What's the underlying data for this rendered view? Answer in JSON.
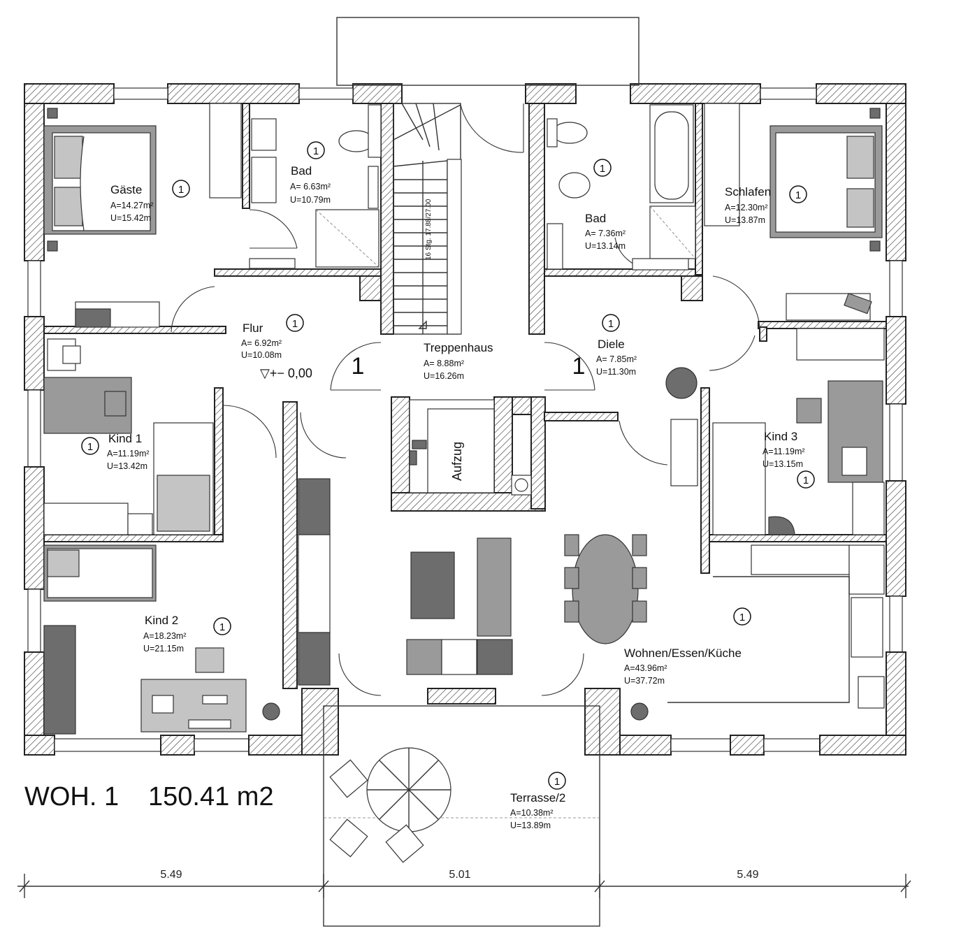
{
  "rooms": {
    "gaeste": {
      "name": "Gäste",
      "area": "A=14.27m²",
      "perimeter": "U=15.42m",
      "unit": "1"
    },
    "bad_left": {
      "name": "Bad",
      "area": "A=  6.63m²",
      "perimeter": "U=10.79m",
      "unit": "1"
    },
    "flur": {
      "name": "Flur",
      "area": "A=  6.92m²",
      "perimeter": "U=10.08m",
      "unit": "1"
    },
    "kind1": {
      "name": "Kind 1",
      "area": "A=11.19m²",
      "perimeter": "U=13.42m",
      "unit": "1"
    },
    "kind2": {
      "name": "Kind 2",
      "area": "A=18.23m²",
      "perimeter": "U=21.15m",
      "unit": "1"
    },
    "treppenhaus": {
      "name": "Treppenhaus",
      "area": "A=  8.88m²",
      "perimeter": "U=16.26m"
    },
    "bad_right": {
      "name": "Bad",
      "area": "A=  7.36m²",
      "perimeter": "U=13.14m",
      "unit": "1"
    },
    "schlafen": {
      "name": "Schlafen",
      "area": "A=12.30m²",
      "perimeter": "U=13.87m",
      "unit": "1"
    },
    "diele": {
      "name": "Diele",
      "area": "A=  7.85m²",
      "perimeter": "U=11.30m",
      "unit": "1"
    },
    "kind3": {
      "name": "Kind 3",
      "area": "A=11.19m²",
      "perimeter": "U=13.15m",
      "unit": "1"
    },
    "wohnen": {
      "name": "Wohnen/Essen/Küche",
      "area": "A=43.96m²",
      "perimeter": "U=37.72m",
      "unit": "1"
    },
    "terrasse": {
      "name": "Terrasse/2",
      "area": "A=10.38m²",
      "perimeter": "U=13.89m",
      "unit": "1"
    }
  },
  "labels": {
    "stair_note": "16 Stg. 17.88/27.00",
    "elevator": "Aufzug",
    "level": "▽+− 0,00",
    "apt_left_door": "1",
    "apt_right_door": "1"
  },
  "summary": {
    "unit": "WOH. 1",
    "area": "150.41 m2"
  },
  "dimensions": [
    "5.49",
    "5.01",
    "5.49"
  ]
}
